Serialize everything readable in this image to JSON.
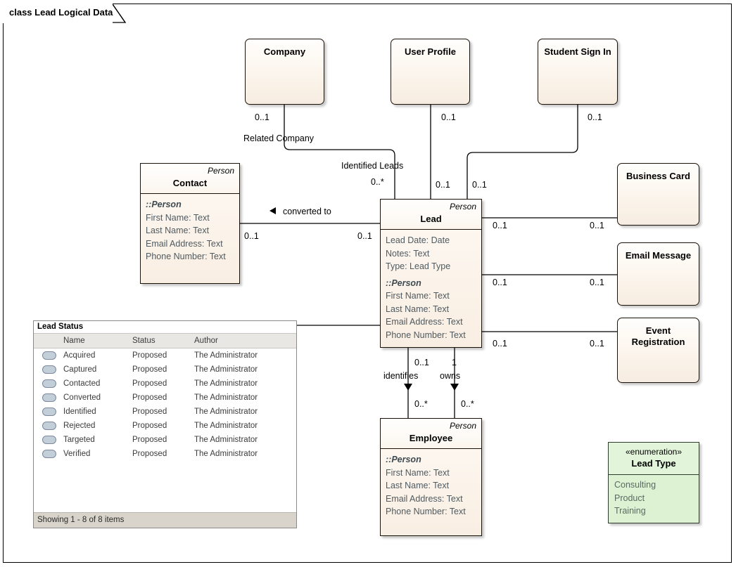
{
  "diagram": {
    "frame_title": "class Lead Logical Data"
  },
  "nodes": {
    "company": {
      "name": "Company"
    },
    "user_profile": {
      "name": "User Profile"
    },
    "student_sign_in": {
      "name": "Student Sign In"
    },
    "business_card": {
      "name": "Business Card"
    },
    "email_message": {
      "name": "Email Message"
    },
    "event_registration": {
      "name_line1": "Event",
      "name_line2": "Registration"
    },
    "contact": {
      "stereotype": "Person",
      "name": "Contact",
      "inherited_label": "::Person",
      "inherited_attributes": [
        "First Name: Text",
        "Last Name: Text",
        "Email Address: Text",
        "Phone Number: Text"
      ]
    },
    "lead": {
      "stereotype": "Person",
      "name": "Lead",
      "own_attributes": [
        "Lead Date: Date",
        "Notes: Text",
        "Type: Lead Type"
      ],
      "inherited_label": "::Person",
      "inherited_attributes": [
        "First Name: Text",
        "Last Name: Text",
        "Email Address: Text",
        "Phone Number: Text"
      ]
    },
    "employee": {
      "stereotype": "Person",
      "name": "Employee",
      "inherited_label": "::Person",
      "inherited_attributes": [
        "First Name: Text",
        "Last Name: Text",
        "Email Address: Text",
        "Phone Number: Text"
      ]
    },
    "lead_type_enum": {
      "stereotype": "«enumeration»",
      "name": "Lead Type",
      "literals": [
        "Consulting",
        "Product",
        "Training"
      ]
    }
  },
  "lead_status_list": {
    "title": "Lead Status",
    "columns": [
      "",
      "Name",
      "Status",
      "Author"
    ],
    "rows": [
      {
        "icon": "state-pill-icon",
        "name": "Acquired",
        "status": "Proposed",
        "author": "The Administrator"
      },
      {
        "icon": "state-pill-icon",
        "name": "Captured",
        "status": "Proposed",
        "author": "The Administrator"
      },
      {
        "icon": "state-pill-icon",
        "name": "Contacted",
        "status": "Proposed",
        "author": "The Administrator"
      },
      {
        "icon": "state-pill-icon",
        "name": "Converted",
        "status": "Proposed",
        "author": "The Administrator"
      },
      {
        "icon": "state-pill-icon",
        "name": "Identified",
        "status": "Proposed",
        "author": "The Administrator"
      },
      {
        "icon": "state-pill-icon",
        "name": "Rejected",
        "status": "Proposed",
        "author": "The Administrator"
      },
      {
        "icon": "state-pill-icon",
        "name": "Targeted",
        "status": "Proposed",
        "author": "The Administrator"
      },
      {
        "icon": "state-pill-icon",
        "name": "Verified",
        "status": "Proposed",
        "author": "The Administrator"
      }
    ],
    "footer": "Showing  1 - 8 of 8 items"
  },
  "connectors": {
    "company_mult": "0..1",
    "related_company_lbl": "Related Company",
    "identified_leads_lbl": "Identified Leads",
    "identified_leads_mult": "0..*",
    "user_profile_mult": "0..1",
    "user_profile_lead_mult": "0..1",
    "student_mult": "0..1",
    "student_lead_mult": "0..1",
    "converted_to_lbl": "converted to",
    "contact_mult": "0..1",
    "lead_contact_mult": "0..1",
    "lead_bcard_mult": "0..1",
    "bcard_mult": "0..1",
    "lead_email_mult": "0..1",
    "email_mult": "0..1",
    "lead_event_mult": "0..1",
    "event_mult": "0..1",
    "identifies_lbl": "identifies",
    "identifies_lead_mult": "0..1",
    "identifies_emp_mult": "0..*",
    "owns_lbl": "owns",
    "owns_lead_mult": "1",
    "owns_emp_mult": "0..*"
  },
  "colors": {
    "class_fill": "#fdf6ee",
    "class_border": "#1a1208",
    "enum_fill": "#dcf2d3",
    "attr_text": "#4f5a60",
    "list_header_bg": "#e8e7e3",
    "list_footer_bg": "#d8d4cb"
  }
}
